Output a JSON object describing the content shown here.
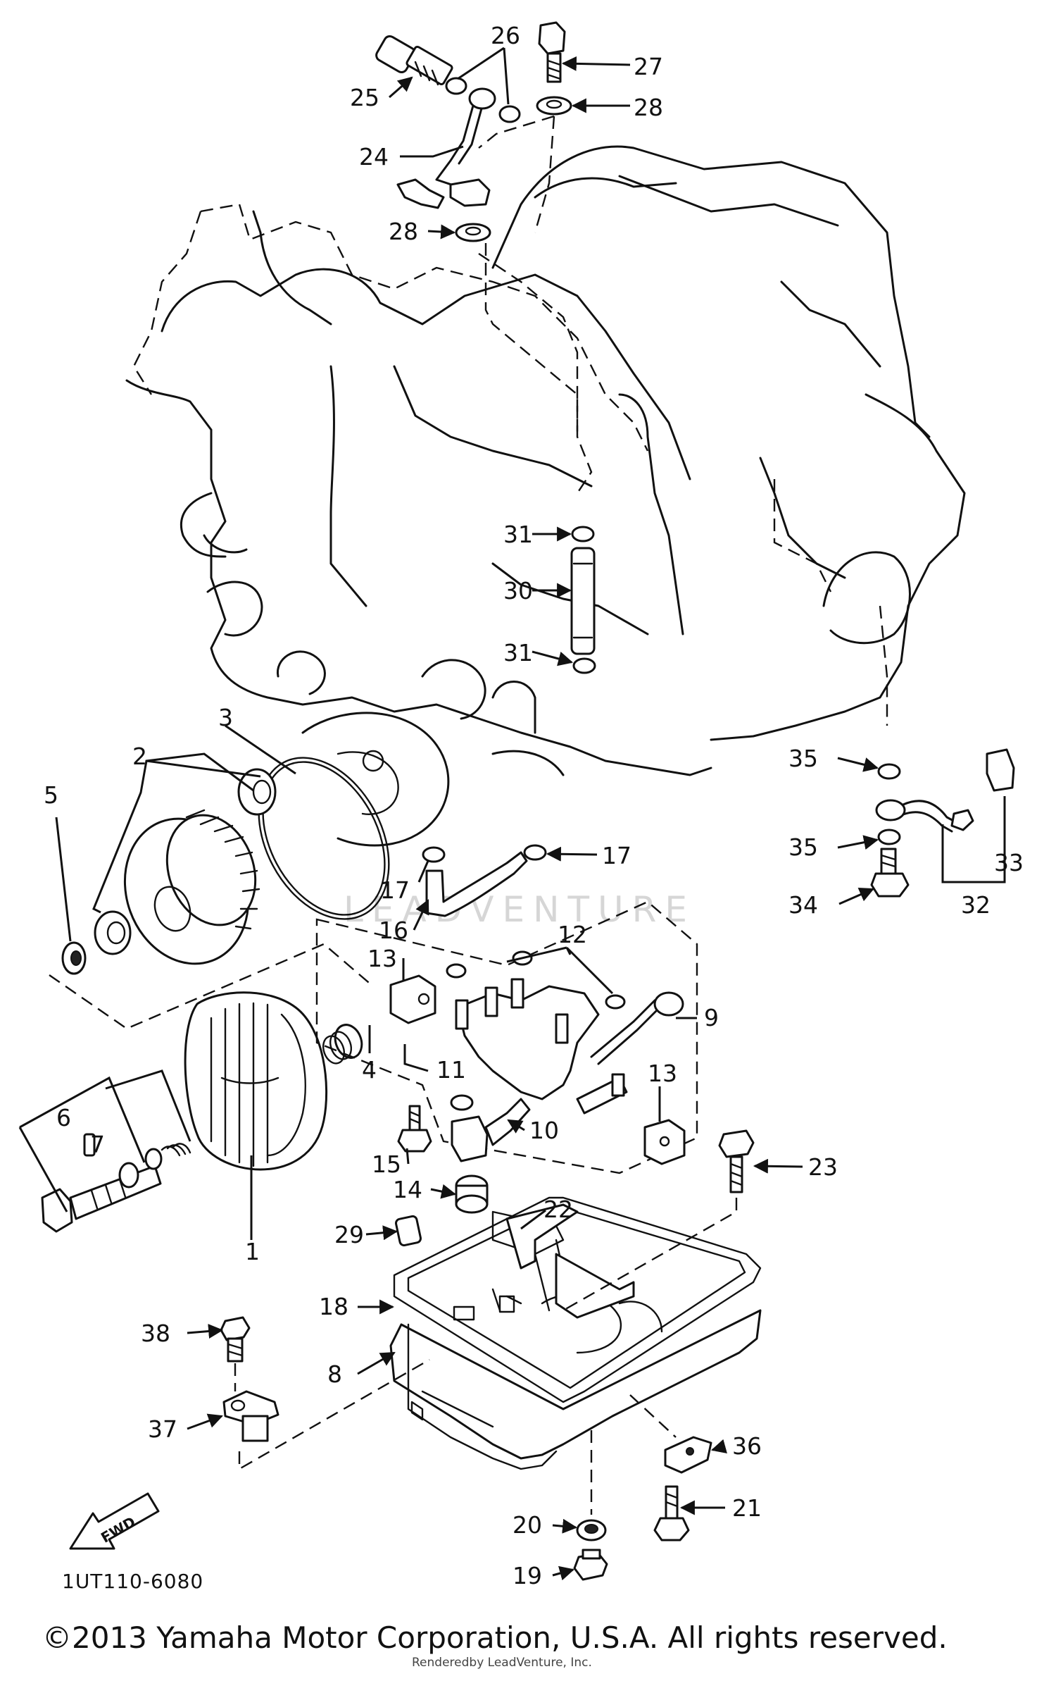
{
  "diagram": {
    "code": "1UT110-6080",
    "copyright": "©2013 Yamaha Motor Corporation, U.S.A. All rights reserved.",
    "render_credit": "Renderedby LeadVenture, Inc.",
    "watermark": "LEADVENTURE",
    "fwd_label": "FWD",
    "callouts": {
      "c1": "1",
      "c2": "2",
      "c3": "3",
      "c4": "4",
      "c5": "5",
      "c6": "6",
      "c7": "7",
      "c8": "8",
      "c9": "9",
      "c10": "10",
      "c11": "11",
      "c12": "12",
      "c13a": "13",
      "c13b": "13",
      "c14": "14",
      "c15": "15",
      "c16": "16",
      "c17a": "17",
      "c17b": "17",
      "c18": "18",
      "c19": "19",
      "c20": "20",
      "c21": "21",
      "c22": "22",
      "c23": "23",
      "c24": "24",
      "c25": "25",
      "c26": "26",
      "c27": "27",
      "c28a": "28",
      "c28b": "28",
      "c29": "29",
      "c30": "30",
      "c31a": "31",
      "c31b": "31",
      "c32": "32",
      "c33": "33",
      "c34": "34",
      "c35a": "35",
      "c35b": "35",
      "c36": "36",
      "c37": "37",
      "c38": "38"
    }
  }
}
